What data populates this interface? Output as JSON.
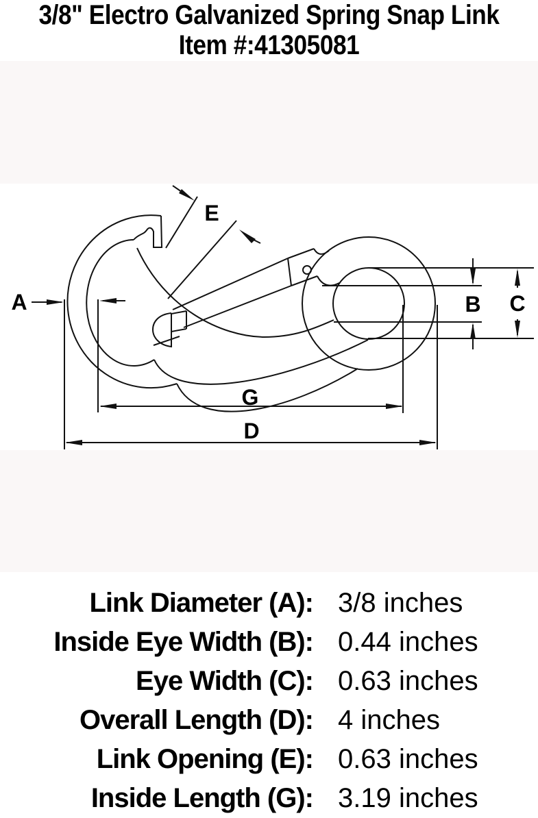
{
  "title": {
    "line1": "3/8\" Electro Galvanized Spring Snap Link",
    "line2": "Item #:41305081"
  },
  "diagram": {
    "labels": {
      "a": "A",
      "b": "B",
      "c": "C",
      "d": "D",
      "e": "E",
      "g": "G"
    }
  },
  "specs": {
    "rows": [
      {
        "label": "Link Diameter (A):",
        "value": "3/8 inches"
      },
      {
        "label": "Inside Eye Width (B):",
        "value": "0.44 inches"
      },
      {
        "label": "Eye Width (C):",
        "value": "0.63 inches"
      },
      {
        "label": "Overall Length (D):",
        "value": "4 inches"
      },
      {
        "label": "Link Opening (E):",
        "value": "0.63 inches"
      },
      {
        "label": "Inside Length (G):",
        "value": "3.19 inches"
      }
    ]
  },
  "colors": {
    "ink": "#111111",
    "band": "#faf7f7",
    "background": "#ffffff"
  }
}
